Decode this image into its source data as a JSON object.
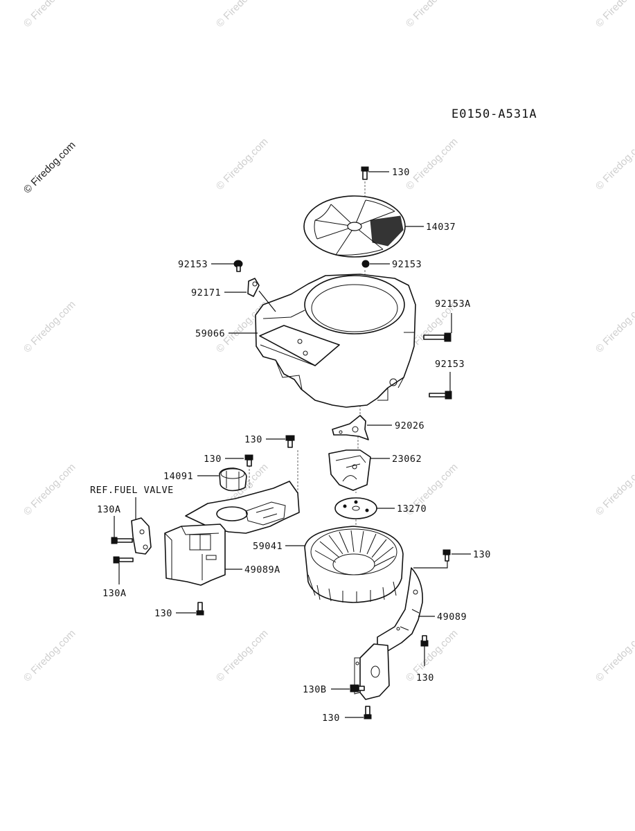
{
  "diagram": {
    "code": "E0150-A531A",
    "reference_note": "REF.FUEL VALVE",
    "watermark_main": "© Firedog.com",
    "watermark_tile": "© Firedog.com"
  },
  "callouts": {
    "c130_top": "130",
    "c14037": "14037",
    "c92153_left": "92153",
    "c92153_center": "92153",
    "c92171": "92171",
    "c92153A": "92153A",
    "c59066": "59066",
    "c92153_right": "92153",
    "c92026": "92026",
    "c130_mid1": "130",
    "c130_mid2": "130",
    "c23062": "23062",
    "c14091": "14091",
    "c130A_top": "130A",
    "c13270": "13270",
    "c59041": "59041",
    "c130_fan": "130",
    "c49089A": "49089A",
    "c130A_bot": "130A",
    "c49089": "49089",
    "c130_lower_left": "130",
    "c130_right_low": "130",
    "c130B": "130B",
    "c130_bottom": "130"
  }
}
